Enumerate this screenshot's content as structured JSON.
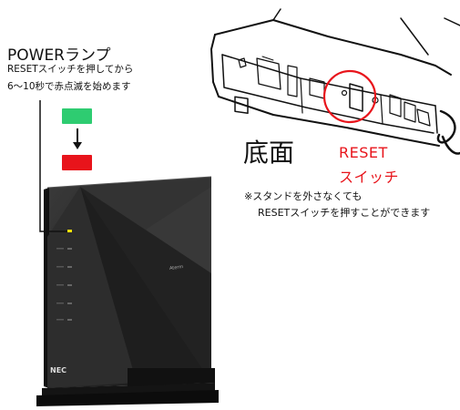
{
  "power": {
    "title": "POWERランプ",
    "line1": "RESETスイッチを押してから",
    "line2": "6～10秒で赤点滅を始めます"
  },
  "bottom_view": {
    "title": "底面",
    "reset_line1": "RESET",
    "reset_line2": "スイッチ"
  },
  "note": {
    "line1": "※スタンドを外さなくても",
    "line2": "RESETスイッチを押すことができます"
  },
  "device": {
    "brand": "NEC",
    "model_label": "Aterm"
  },
  "colors": {
    "led_green": "#2ecc71",
    "led_red": "#e8141b",
    "highlight": "#e8141b",
    "router_body": "#2b2b2b"
  },
  "icons": [
    "arrow-down-icon",
    "router-illustration",
    "router-bottom-illustration",
    "highlight-circle"
  ]
}
